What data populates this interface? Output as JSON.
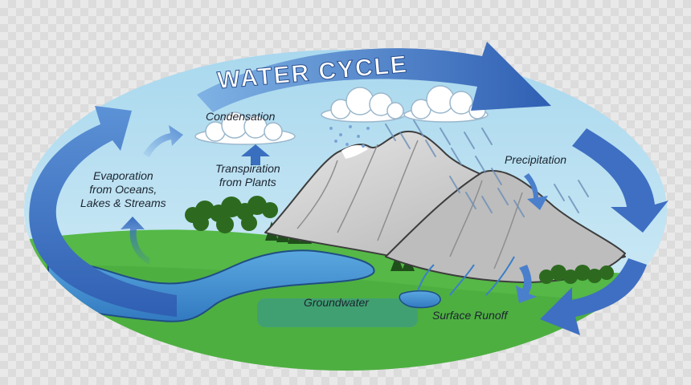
{
  "title": "WATER CYCLE",
  "labels": {
    "condensation": "Condensation",
    "evaporation_line1": "Evaporation",
    "evaporation_line2": "from Oceans,",
    "evaporation_line3": "Lakes & Streams",
    "transpiration_line1": "Transpiration",
    "transpiration_line2": "from Plants",
    "precipitation": "Precipitation",
    "groundwater": "Groundwater",
    "surface_runoff": "Surface Runoff"
  },
  "colors": {
    "sky": "#bfe3f0",
    "ground": "#55b847",
    "water": "#3f8fd0",
    "arrow": "#3a6fc0",
    "mountain": "#c9c9c9",
    "tree": "#2d6a1f"
  }
}
